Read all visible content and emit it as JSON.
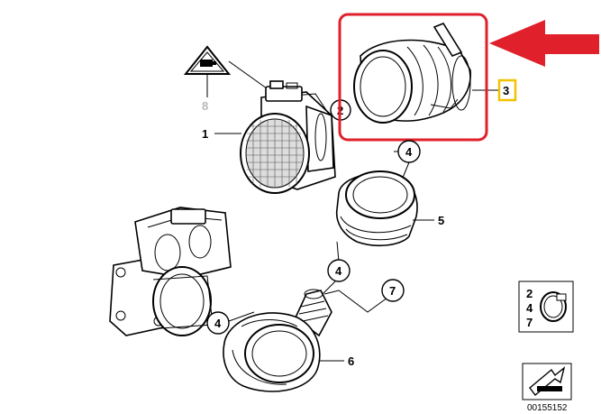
{
  "callouts": {
    "part_1": "1",
    "part_2": "2",
    "part_3": "3",
    "part_4a": "4",
    "part_4b": "4",
    "part_4c": "4",
    "part_5": "5",
    "part_6": "6",
    "part_7": "7",
    "part_8": "8"
  },
  "legend": {
    "rows": [
      "2",
      "4",
      "7"
    ]
  },
  "diagram_code": "00155152",
  "highlight": {
    "box_color": "#e0202a",
    "arrow_color": "#e0202a",
    "label_box_color": "#f2c200"
  },
  "icons": [
    "warning-triangle-icon",
    "hose-clamp-icon",
    "arrow-symbol-icon"
  ]
}
